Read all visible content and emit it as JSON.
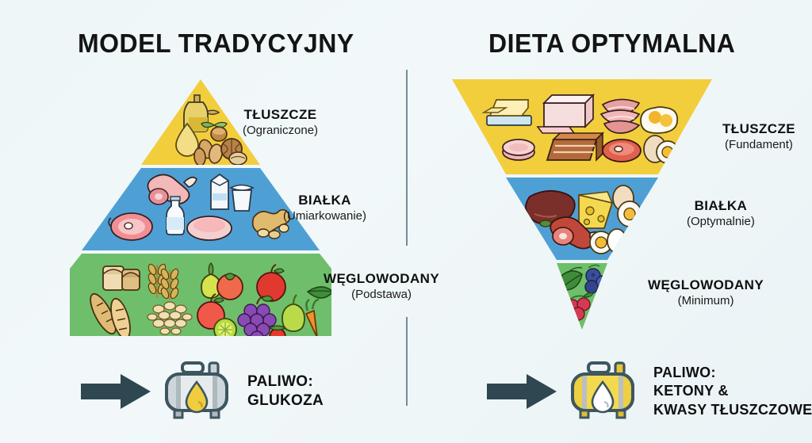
{
  "background": {
    "color": "#eef6f8",
    "divider_color": "#5d7a86"
  },
  "palette": {
    "fat": "#F2CE3C",
    "protein": "#4EA0D4",
    "carbs": "#6FBE6B",
    "arrow": "#2E4750",
    "tank_gray": "#C9D2D6",
    "tank_yellow": "#EFCD3E",
    "text": "#101010"
  },
  "panels": [
    {
      "id": "left",
      "title": "MODEL TRADYCYJNY",
      "pyramid_orientation": "upright",
      "tiers": [
        {
          "key": "fat",
          "label": "TŁUSZCZE",
          "sub": "(Ograniczone)",
          "color": "#F2CE3C",
          "foods": [
            "olive-oil-bottle",
            "oil-drop",
            "hazelnut",
            "almonds",
            "walnuts"
          ]
        },
        {
          "key": "protein",
          "label": "BIAŁKA",
          "sub": "(Umiarkowanie)",
          "color": "#4EA0D4",
          "foods": [
            "ham-leg",
            "milk-carton",
            "yogurt-cup",
            "steak",
            "milk-bottle",
            "chicken-breast",
            "peanuts"
          ]
        },
        {
          "key": "carbs",
          "label": "WĘGLOWODANY",
          "sub": "(Podstawa)",
          "color": "#6FBE6B",
          "foods": [
            "sliced-bread",
            "wheat-ears",
            "pear",
            "tomato",
            "apple",
            "baguettes",
            "oat-flakes",
            "apple-red",
            "lime",
            "grapes",
            "bell-pepper",
            "strawberry",
            "carrot",
            "spinach-leaf"
          ]
        }
      ],
      "fuel": {
        "arrow": "arrow-right-icon",
        "tank": "fuel-tank-gray-icon",
        "drop_color": "#EFCD3E",
        "lines": [
          "PALIWO:",
          "GLUKOZA"
        ]
      }
    },
    {
      "id": "right",
      "title": "DIETA OPTYMALNA",
      "pyramid_orientation": "inverted",
      "tiers": [
        {
          "key": "fat",
          "label": "TŁUSZCZE",
          "sub": "(Fundament)",
          "color": "#F2CE3C",
          "foods": [
            "butter-block",
            "pork-belly",
            "bacon-strips",
            "fried-egg",
            "ham-slices",
            "bacon-slab",
            "steak",
            "boiled-egg"
          ]
        },
        {
          "key": "protein",
          "label": "BIAŁKA",
          "sub": "(Optymalnie)",
          "color": "#4EA0D4",
          "foods": [
            "liver",
            "swiss-cheese",
            "egg-halved",
            "ham-leg",
            "boiled-eggs"
          ]
        },
        {
          "key": "carbs",
          "label": "WĘGLOWODANY",
          "sub": "(Minimum)",
          "color": "#6FBE6B",
          "foods": [
            "spinach-leaf",
            "blueberries",
            "raspberries"
          ]
        }
      ],
      "fuel": {
        "arrow": "arrow-right-icon",
        "tank": "fuel-tank-yellow-icon",
        "drop_color": "#FFFFFF",
        "lines": [
          "PALIWO:",
          "KETONY &",
          "KWASY TŁUSZCZOWE"
        ]
      }
    }
  ]
}
